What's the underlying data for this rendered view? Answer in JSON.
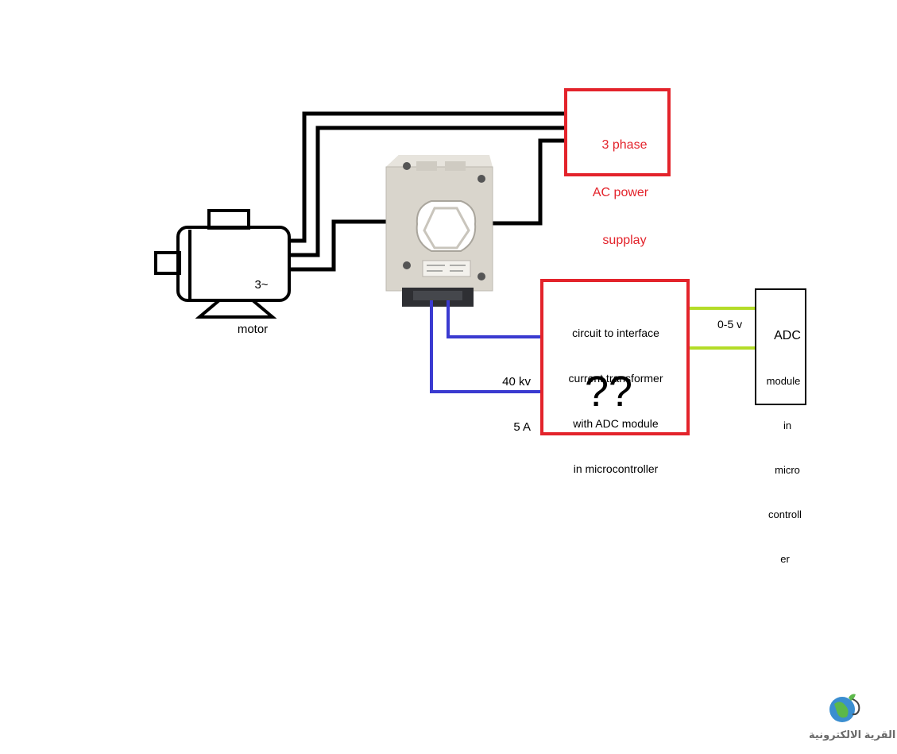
{
  "power_supply": {
    "lines": [
      "3 phase",
      "AC power",
      "supplay"
    ]
  },
  "motor": {
    "lines": [
      "3~",
      "motor"
    ]
  },
  "interface_circuit": {
    "lines": [
      "circuit to interface",
      "current transformer",
      "with ADC module",
      "in microcontroller"
    ],
    "unknown_mark": "??"
  },
  "ct_rating": {
    "lines": [
      "40 kv",
      "5 A"
    ]
  },
  "adc_module": {
    "title": "ADC",
    "lines": [
      "module",
      "in",
      "micro",
      "controll",
      "er"
    ]
  },
  "voltage_range": "0-5 v",
  "watermark": {
    "text": "القرية الالكترونية"
  },
  "colors": {
    "box_border": "#e3232b",
    "power_wire": "#000000",
    "ct_secondary_wire": "#3a3ad0",
    "adc_wire": "#b4dc28",
    "ct_body": "#d9d5cc"
  }
}
